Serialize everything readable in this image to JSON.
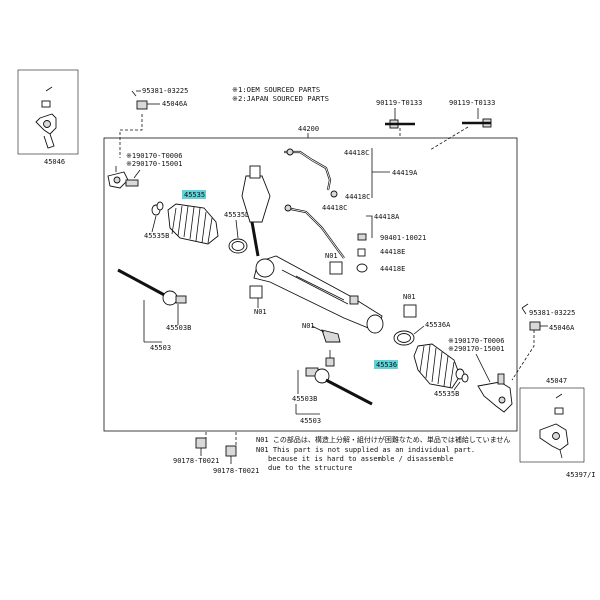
{
  "notes": {
    "oem": "※1:OEM SOURCED PARTS",
    "japan": "※2:JAPAN SOURCED PARTS"
  },
  "labels": {
    "p95381_top": "95381-03225",
    "p45046A_top": "45046A",
    "p45046": "45046",
    "p44200": "44200",
    "p90119_a": "90119-T0133",
    "p90119_b": "90119-T0133",
    "p190170": "※190170-T0006",
    "p290170": "※290170-15001",
    "p44418C_1": "44418C",
    "p44419A": "44419A",
    "p44418C_2": "44418C",
    "p44418C_3": "44418C",
    "p44418A": "44418A",
    "p45535": "45535",
    "p45535D": "45535D",
    "p45535B": "45535B",
    "p90401": "90401-10021",
    "p44418E_1": "44418E",
    "p44418E_2": "44418E",
    "pN01_a": "N01",
    "pN01_b": "N01",
    "pN01_c": "N01",
    "pN01_d": "N01",
    "p45503B_left": "45503B",
    "p45503_left": "45503",
    "p95381_right": "95381-03225",
    "p45046A_right": "45046A",
    "p45536A": "45536A",
    "p190170_r": "※190170-T0006",
    "p290170_r": "※290170-15001",
    "p45536": "45536",
    "p45535B_r": "45535B",
    "p45047": "45047",
    "p45503B_bot": "45503B",
    "p45503_bot": "45503",
    "p90178_a": "90178-T0021",
    "p90178_b": "90178-T0021",
    "ref": "45397/I"
  },
  "footnotes": {
    "jp": "N01 この部品は、構造上分解・組付けが困難なため、単品では補給していません",
    "en1": "N01 This part is not supplied as an individual part.",
    "en2": "because it is hard to assemble / disassemble",
    "en3": "due to the structure"
  },
  "colors": {
    "highlight": "#5fd3d9",
    "line": "#111111"
  }
}
